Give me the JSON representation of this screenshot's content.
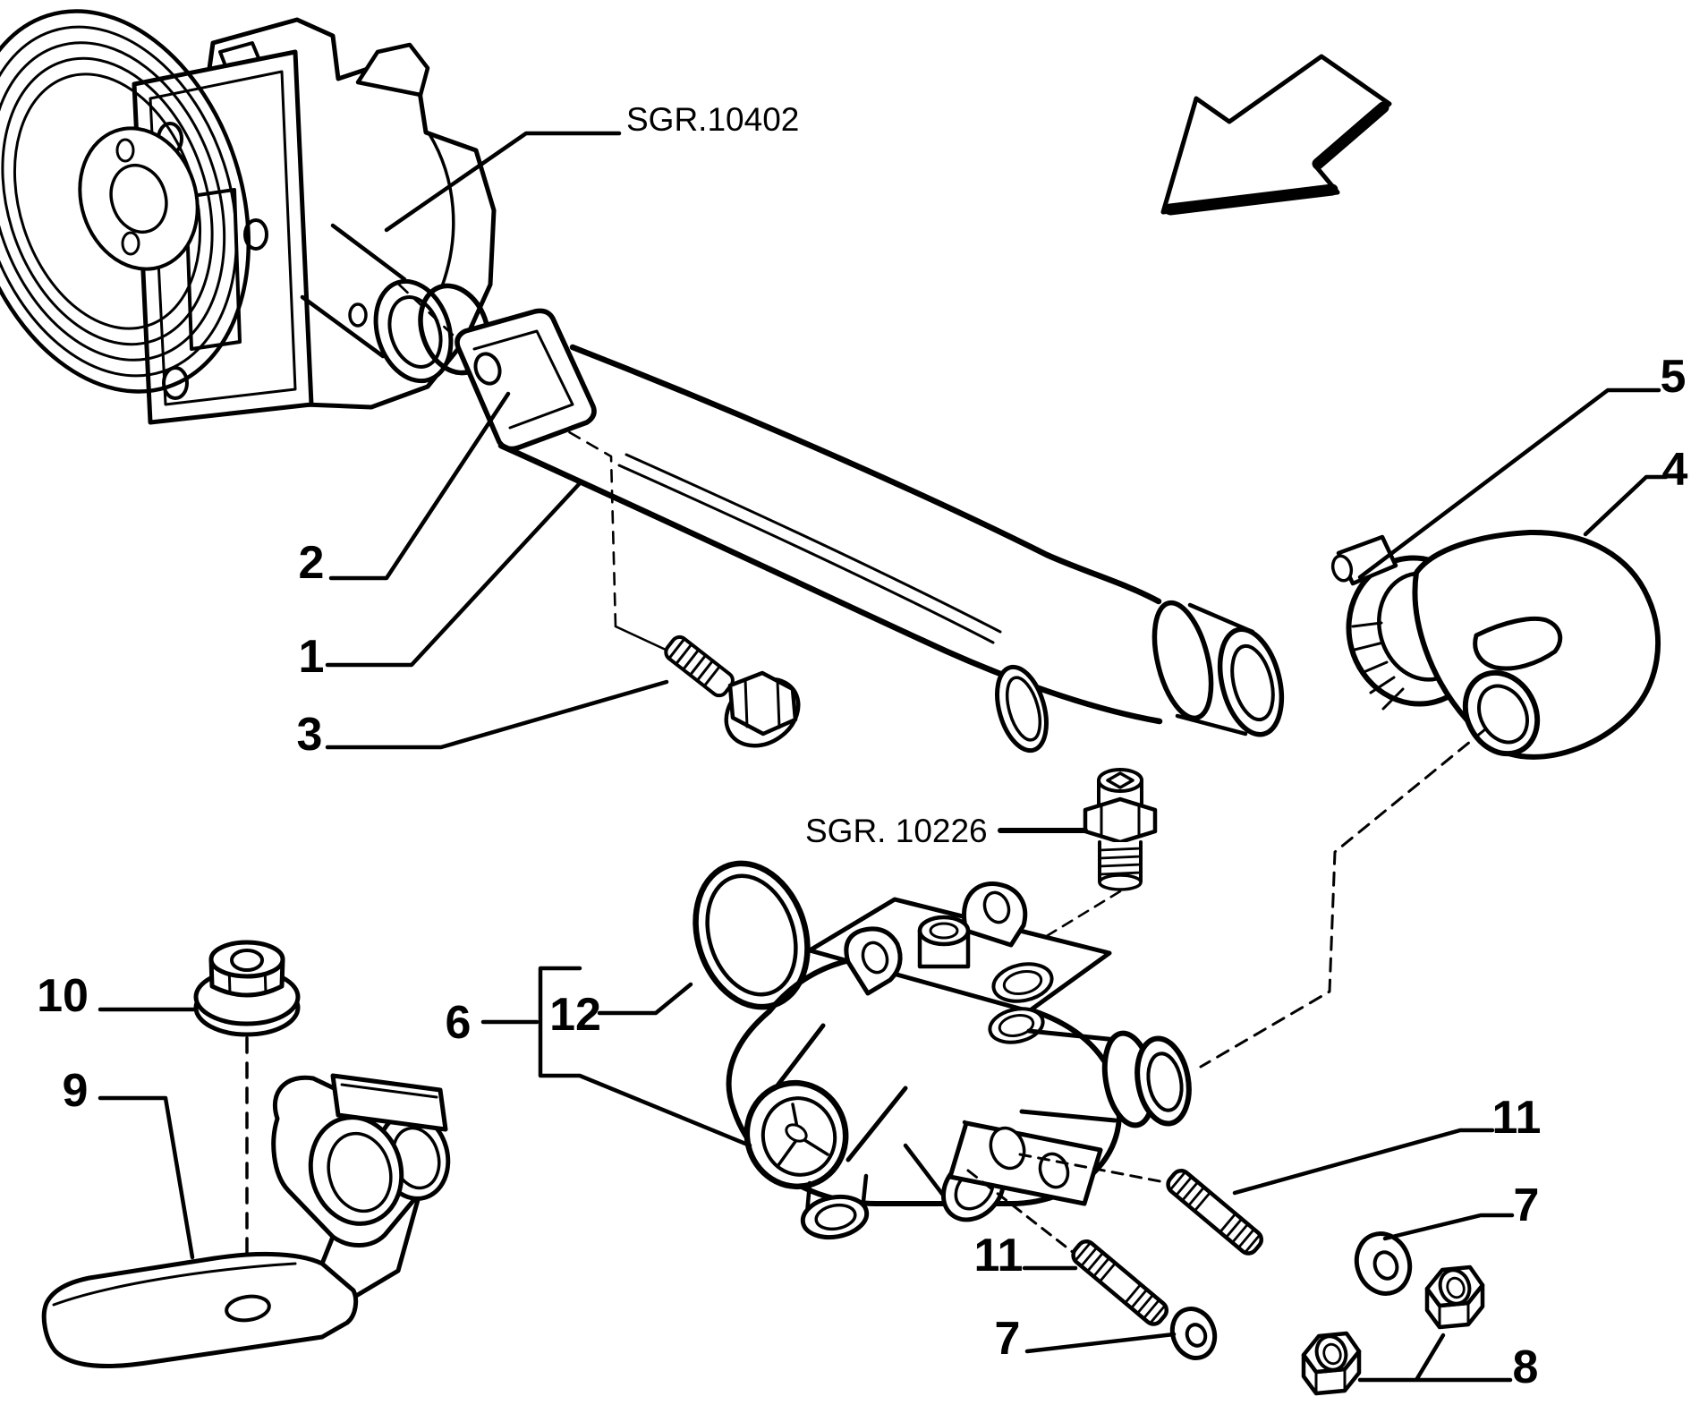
{
  "page": {
    "background": "#ffffff",
    "ink": "#000000"
  },
  "references": {
    "pump_group_label": "SGR.10402",
    "sensor_group_label": "SGR. 10226"
  },
  "callouts": {
    "item1": "1",
    "item2": "2",
    "item3": "3",
    "item4": "4",
    "item5": "5",
    "item6": "6",
    "item7_upper": "7",
    "item7_lower": "7",
    "item8": "8",
    "item9": "9",
    "item10": "10",
    "item11_upper": "11",
    "item11_lower": "11",
    "item12": "12"
  }
}
